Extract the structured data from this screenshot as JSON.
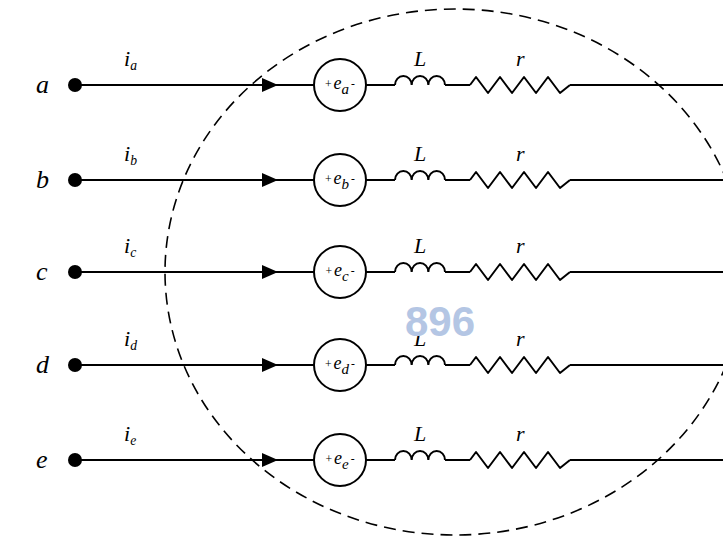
{
  "diagram": {
    "nodes": [
      {
        "text": [
          "+",
          "ea",
          "-"
        ]
      },
      {
        "text": [
          "+",
          "eb",
          "-"
        ]
      },
      {
        "text": [
          "+",
          "ec",
          "-"
        ]
      },
      {
        "text": [
          "+",
          "ed",
          "-"
        ]
      },
      {
        "text": [
          "+",
          "ee",
          "-"
        ]
      }
    ],
    "labels": [
      "a",
      "ia",
      "L",
      "r",
      "b",
      "ib",
      "L",
      "r",
      "c",
      "ic",
      "L",
      "r",
      "d",
      "id",
      "L",
      "r",
      "e",
      "ie",
      "L",
      "r",
      "896"
    ]
  }
}
